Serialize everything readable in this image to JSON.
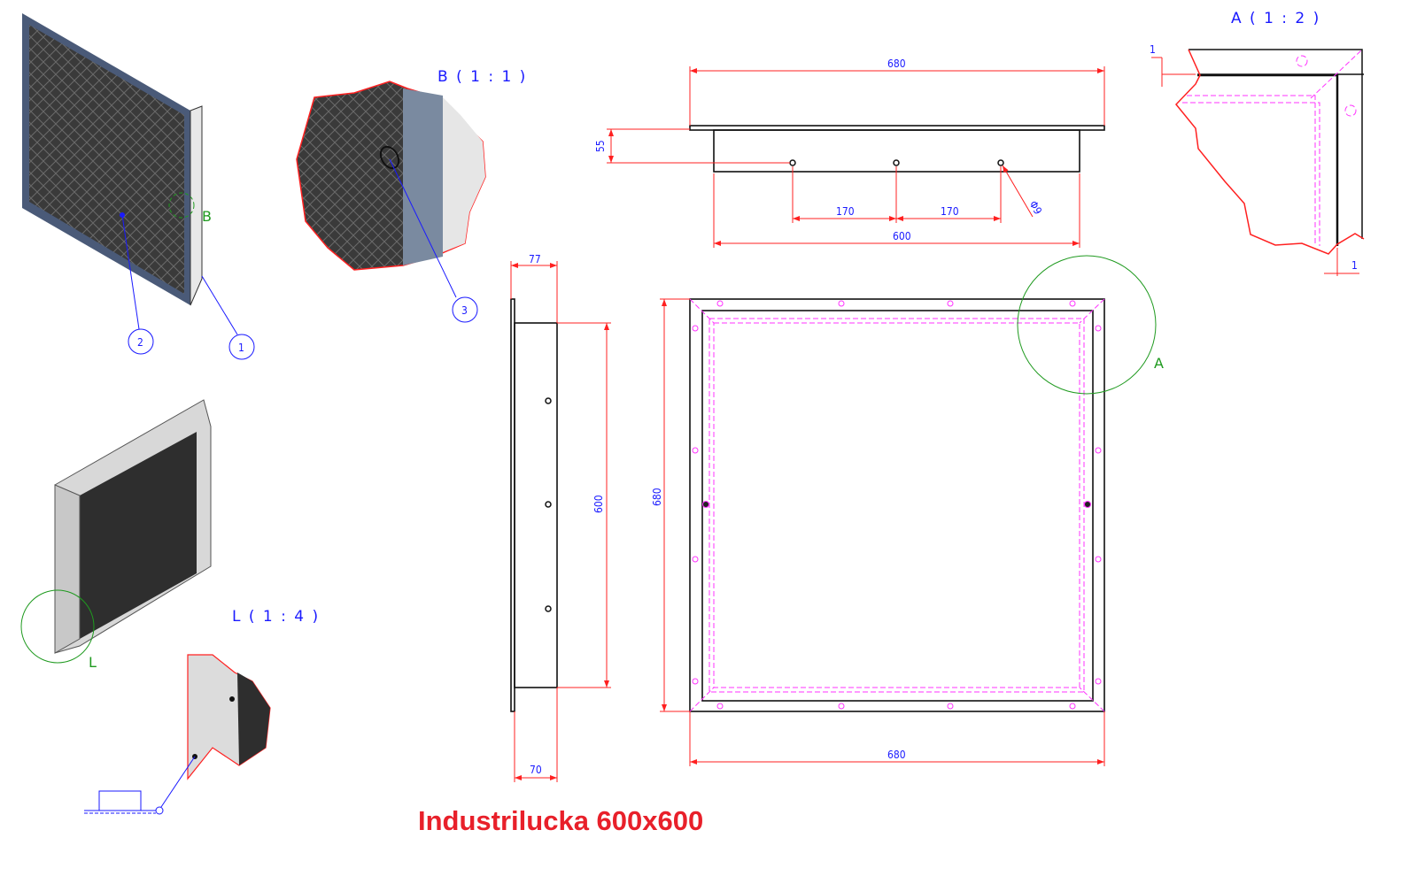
{
  "title": "Industrilucka 600x600",
  "views": {
    "detail_a": {
      "label": "A ( 1 : 2 )",
      "marker": "A",
      "dim_top": "1",
      "dim_bottom": "1"
    },
    "detail_b": {
      "label": "B ( 1 : 1 )",
      "marker": "B"
    },
    "detail_l": {
      "label": "L ( 1 : 4 )",
      "marker": "L"
    }
  },
  "balloons": [
    "1",
    "2",
    "3"
  ],
  "top_view": {
    "overall": "680",
    "height": "55",
    "spacing_1": "170",
    "spacing_2": "170",
    "hole": "Φ9",
    "inner": "600"
  },
  "side_view": {
    "depth_top": "77",
    "height": "600",
    "depth_bottom": "70"
  },
  "front_view": {
    "height": "680",
    "width": "680"
  },
  "colors": {
    "dimension": "#ff2020",
    "text": "#1a1aff",
    "hidden": "#ff33ff",
    "detail_marker": "#1f9a1f",
    "title": "#e8202a"
  }
}
